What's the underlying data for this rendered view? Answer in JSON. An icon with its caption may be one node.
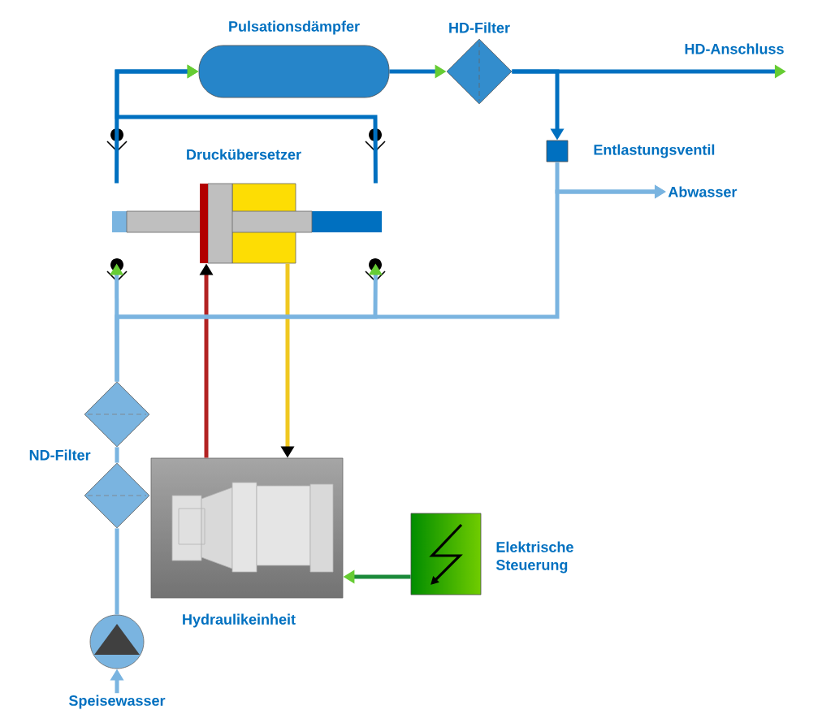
{
  "diagram": {
    "nodes": [
      {
        "text": [
          "Pulsationsdämpfer"
        ]
      },
      {
        "text": [
          "HD-Filter"
        ]
      },
      {
        "text": [
          "Druckübersetzer"
        ]
      },
      {
        "text": [
          "Entlastungsventil"
        ]
      },
      {
        "text": [
          "Abwasser"
        ]
      },
      {
        "text": [
          "ND-Filter"
        ]
      },
      {
        "text": [],
        "shape": "diamond"
      },
      {
        "text": [
          "Hydraulikeinheit"
        ]
      },
      {
        "text": [
          "Elektrische Steuerung"
        ]
      },
      {
        "text": [],
        "shape": "circle"
      },
      {
        "text": [
          "Speisewasser"
        ]
      },
      {
        "text": [
          "HD-Anschluss"
        ]
      }
    ],
    "edges": [
      {
        "from": 2,
        "to": 0,
        "arrow": "to",
        "color": "#0070c0"
      },
      {
        "from": 2,
        "to": 0,
        "arrow": "to",
        "color": "#0070c0"
      },
      {
        "from": 0,
        "to": 1,
        "arrow": "to",
        "color": "#0070c0"
      },
      {
        "from": 1,
        "to": 11,
        "arrow": "to",
        "color": "#0070c0"
      },
      {
        "from": 1,
        "to": 3,
        "arrow": "to",
        "color": "#0070c0"
      },
      {
        "from": 3,
        "to": 4,
        "arrow": "to",
        "color": "#7ab4e0"
      },
      {
        "from": 6,
        "to": 5,
        "arrow": "none",
        "color": "#7ab4e0"
      },
      {
        "from": 5,
        "to": 2,
        "arrow": "to",
        "color": "#7ab4e0"
      },
      {
        "from": 9,
        "to": 6,
        "arrow": "none",
        "color": "#7ab4e0"
      },
      {
        "from": 10,
        "to": 9,
        "arrow": "to",
        "color": "#7ab4e0"
      },
      {
        "from": 7,
        "to": 2,
        "arrow": "to",
        "color": "#b22222"
      },
      {
        "from": 2,
        "to": 7,
        "arrow": "to",
        "color": "#f0c820"
      },
      {
        "from": 8,
        "to": 7,
        "arrow": "to",
        "color": "#1a8a3a"
      },
      {
        "from": 5,
        "to": 2,
        "arrow": "to",
        "color": "#7ab4e0"
      },
      {
        "from": 5,
        "to": 4,
        "arrow": "to",
        "color": "#7ab4e0"
      }
    ]
  }
}
